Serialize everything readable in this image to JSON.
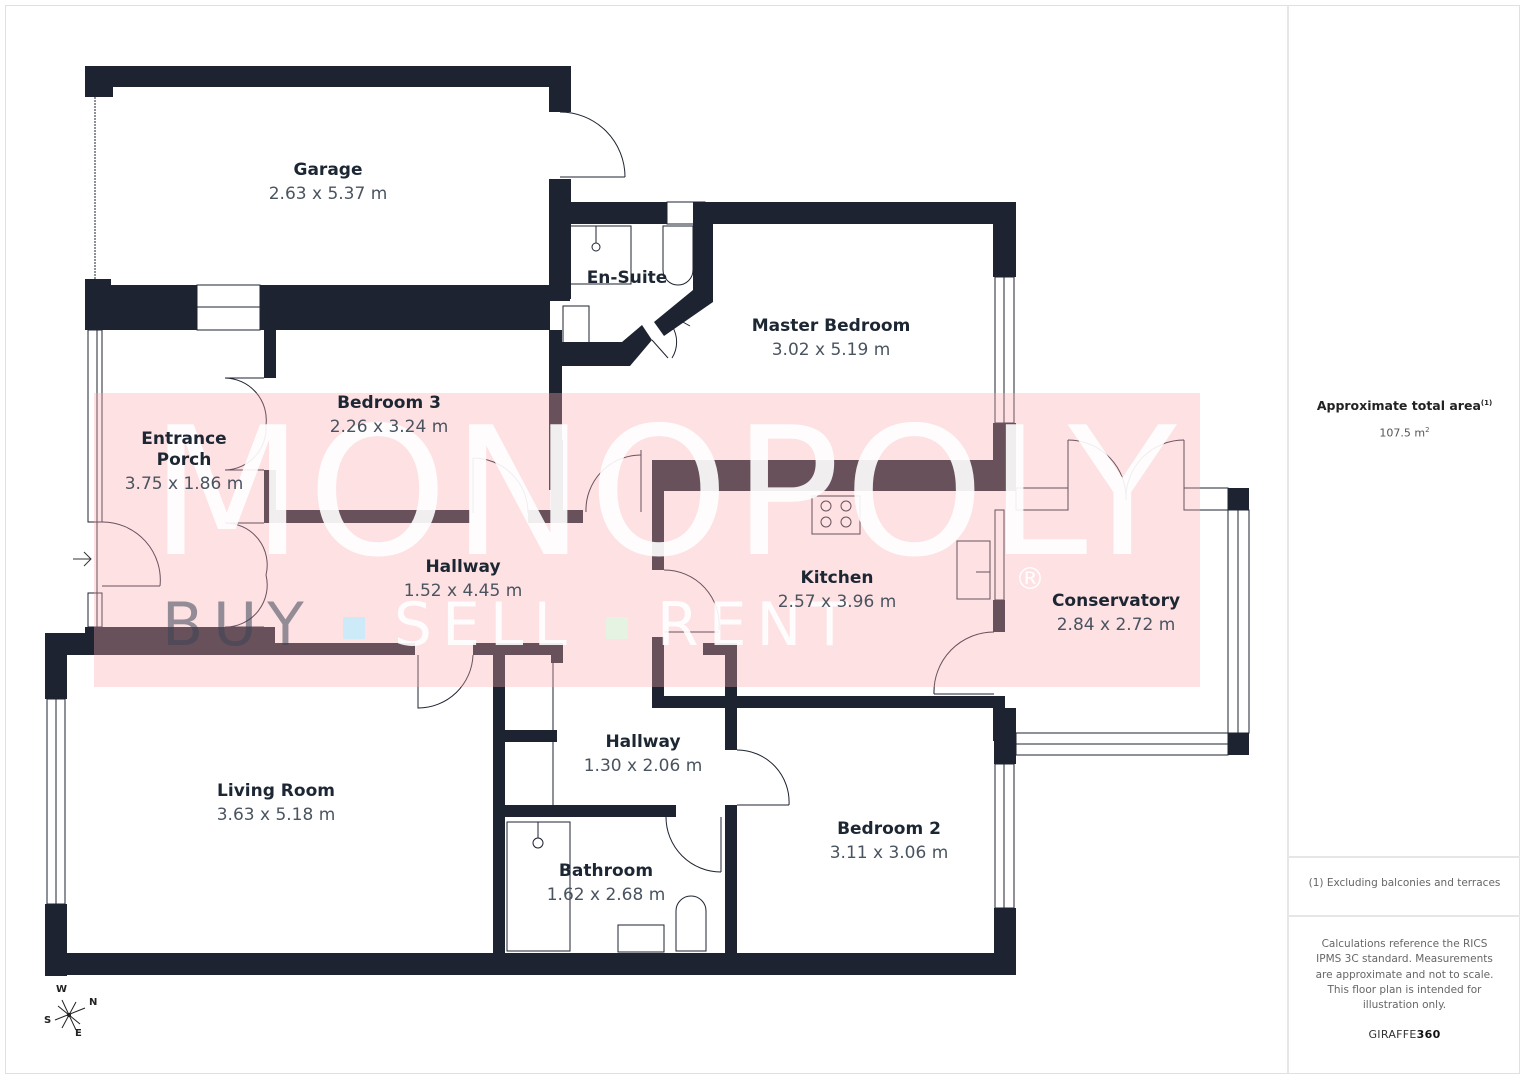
{
  "plan": {
    "wall_color": "#1d2330",
    "rooms": [
      {
        "id": "garage",
        "name": "Garage",
        "dims": "2.63 x 5.37 m"
      },
      {
        "id": "en-suite",
        "name": "En-Suite",
        "dims": ""
      },
      {
        "id": "master-bedroom",
        "name": "Master Bedroom",
        "dims": "3.02 x 5.19 m"
      },
      {
        "id": "bedroom-3",
        "name": "Bedroom 3",
        "dims": "2.26 x 3.24 m"
      },
      {
        "id": "entrance-porch",
        "name": "Entrance\nPorch",
        "name_line1": "Entrance",
        "name_line2": "Porch",
        "dims": "3.75 x 1.86 m"
      },
      {
        "id": "hallway-1",
        "name": "Hallway",
        "dims": "1.52 x 4.45 m"
      },
      {
        "id": "kitchen",
        "name": "Kitchen",
        "dims": "2.57 x 3.96 m"
      },
      {
        "id": "conservatory",
        "name": "Conservatory",
        "dims": "2.84 x 2.72 m"
      },
      {
        "id": "living-room",
        "name": "Living Room",
        "dims": "3.63 x 5.18 m"
      },
      {
        "id": "hallway-2",
        "name": "Hallway",
        "dims": "1.30 x 2.06 m"
      },
      {
        "id": "bathroom",
        "name": "Bathroom",
        "dims": "1.62 x 2.68 m"
      },
      {
        "id": "bedroom-2",
        "name": "Bedroom 2",
        "dims": "3.11 x 3.06 m"
      }
    ],
    "compass": {
      "n": "N",
      "s": "S",
      "e": "E",
      "w": "W"
    }
  },
  "watermark": {
    "brand": "MONOPOLY",
    "tagline_parts": [
      "BUY",
      "SELL",
      "RENT"
    ],
    "registered": "®",
    "overlay_color": "#fbd4d6"
  },
  "sidebar": {
    "area_title": "Approximate total area",
    "area_footnote_mark": "(1)",
    "area_value": "107.5 m",
    "area_unit_sup": "2",
    "footnote": "(1) Excluding balconies and terraces",
    "disclaimer": "Calculations reference the RICS IPMS 3C standard. Measurements are approximate and not to scale. This floor plan is intended for illustration only.",
    "brand_prefix": "GIRAFFE",
    "brand_suffix": "360"
  }
}
